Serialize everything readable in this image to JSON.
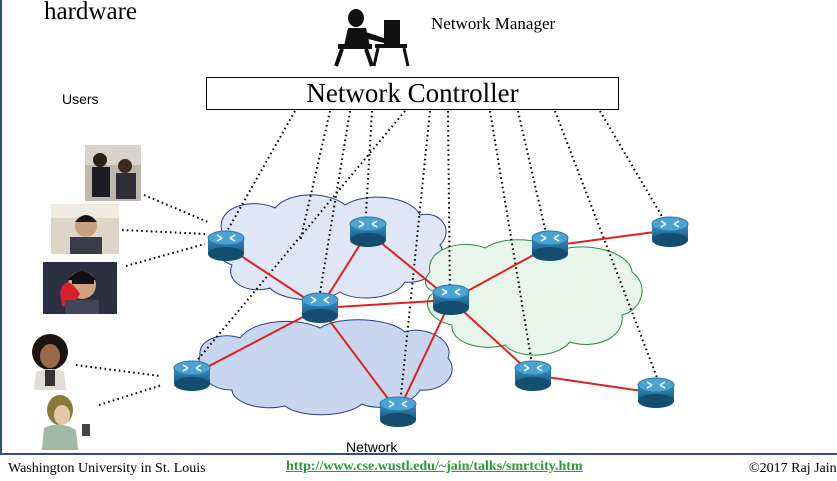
{
  "slide": {
    "title_fragment": "hardware",
    "manager_label": "Network Manager",
    "controller_label": "Network Controller",
    "users_label": "Users",
    "network_label": "Network"
  },
  "footer": {
    "left": "Washington University in St. Louis",
    "link": "http://www.cse.wustl.edu/~jain/talks/smrtcity.htm",
    "right": "©2017 Raj Jain"
  },
  "colors": {
    "frame": "#2f4d8a",
    "link": "#2e9a3a",
    "data_link": "#e02020",
    "cloud_blue": "#dfe6f5",
    "cloud_green": "#e8f5ea",
    "router": "#1f6f9a"
  },
  "icons": [
    "network-manager-icon",
    "router-icon",
    "user-photo"
  ]
}
